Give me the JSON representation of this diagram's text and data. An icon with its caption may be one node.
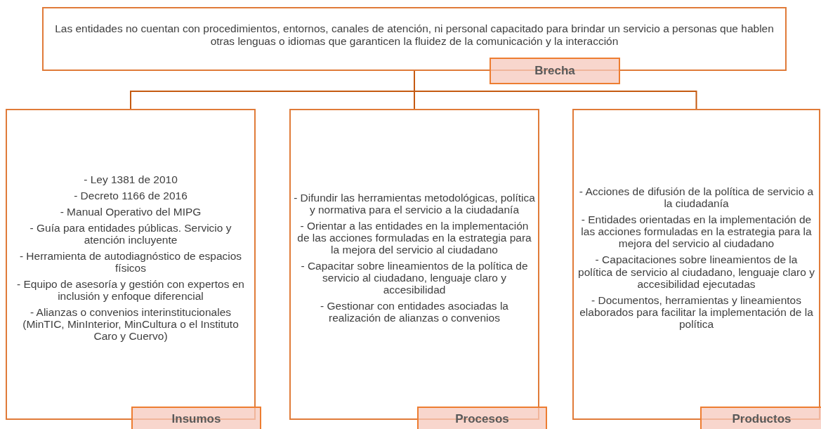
{
  "diagram": {
    "nodes": [
      {
        "text": [
          "Las entidades no cuentan con procedimientos, entornos, canales de atención, ni personal capacitado para brindar un servicio a personas que hablen otras lenguas o idiomas que garanticen la fluidez de la comunicación y la interacción",
          "Brecha"
        ]
      },
      {
        "text": [
          "- Ley 1381 de 2010",
          "- Decreto 1166 de 2016",
          "- Manual Operativo del MIPG",
          "- Guía para entidades públicas. Servicio y atención incluyente",
          "- Herramienta de autodiagnóstico de espacios físicos",
          "- Equipo de asesoría y gestión con expertos en inclusión y enfoque diferencial",
          "- Alianzas o convenios interinstitucionales (MinTIC, MinInterior, MinCultura o el Instituto Caro y Cuervo)",
          "Insumos"
        ]
      },
      {
        "text": [
          "- Difundir las herramientas metodológicas, política y normativa para el servicio a la ciudadanía",
          "- Orientar a las entidades en la implementación de las acciones formuladas en la estrategia para la mejora del servicio al ciudadano",
          "- Capacitar sobre lineamientos de la política de servicio al ciudadano, lenguaje claro y accesibilidad",
          "- Gestionar con entidades asociadas la realización de alianzas o convenios",
          "Procesos"
        ]
      },
      {
        "text": [
          "- Acciones de difusión de la política de servicio a la ciudadanía",
          "- Entidades orientadas en la implementación de las acciones formuladas en la estrategia para la mejora del servicio al ciudadano",
          "- Capacitaciones sobre lineamientos de la política de servicio al ciudadano, lenguaje claro y accesibilidad ejecutadas",
          "- Documentos, herramientas y lineamientos elaborados para facilitar la implementación de la política",
          "Productos"
        ]
      }
    ],
    "edges": [
      {
        "from": 0,
        "to": 1,
        "arrow": "none"
      },
      {
        "from": 0,
        "to": 2,
        "arrow": "none"
      },
      {
        "from": 0,
        "to": 3,
        "arrow": "none"
      }
    ]
  }
}
